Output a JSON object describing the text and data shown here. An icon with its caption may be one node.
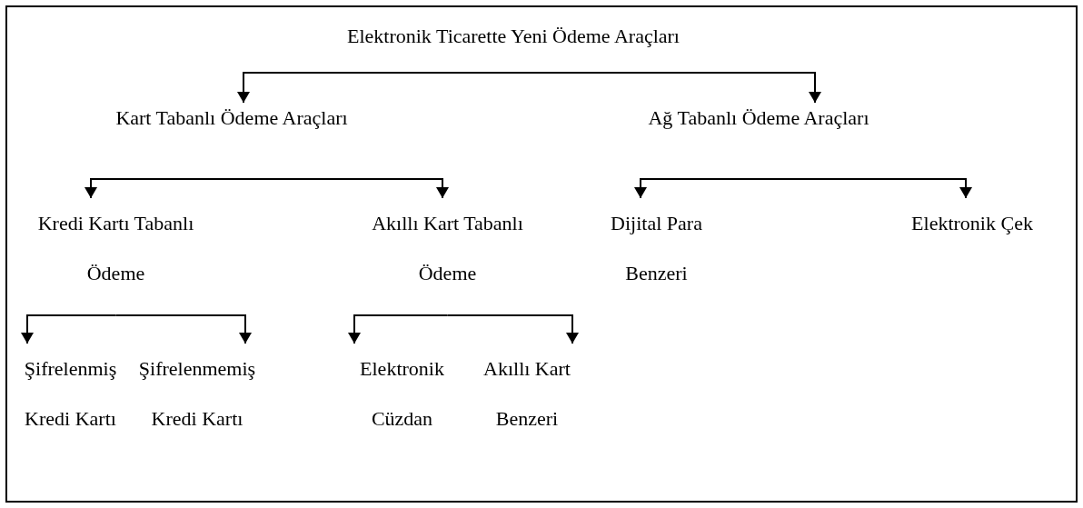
{
  "diagram": {
    "nodes": [
      {
        "text": [
          "Elektronik Ticarette Yeni Ödeme Araçları"
        ]
      },
      {
        "text": [
          "Kart Tabanlı Ödeme Araçları"
        ]
      },
      {
        "text": [
          "Ağ Tabanlı Ödeme Araçları"
        ]
      },
      {
        "text": [
          "Kredi Kartı Tabanlı Ödeme"
        ]
      },
      {
        "text": [
          "Akıllı Kart Tabanlı Ödeme"
        ]
      },
      {
        "text": [
          "Dijital Para Benzeri"
        ]
      },
      {
        "text": [
          "Elektronik Çek"
        ]
      },
      {
        "text": [
          "Şifrelenmiş Kredi Kartı"
        ]
      },
      {
        "text": [
          "Şifrelenmemiş Kredi Kartı"
        ]
      },
      {
        "text": [
          "Elektronik Cüzdan"
        ]
      },
      {
        "text": [
          "Akıllı Kart Benzeri"
        ]
      }
    ],
    "edges": [
      {
        "from": 0,
        "to": 1,
        "arrow": "to"
      },
      {
        "from": 0,
        "to": 2,
        "arrow": "to"
      },
      {
        "from": 1,
        "to": 3,
        "arrow": "to"
      },
      {
        "from": 1,
        "to": 4,
        "arrow": "to"
      },
      {
        "from": 2,
        "to": 5,
        "arrow": "to"
      },
      {
        "from": 2,
        "to": 6,
        "arrow": "to"
      },
      {
        "from": 3,
        "to": 7,
        "arrow": "to"
      },
      {
        "from": 3,
        "to": 8,
        "arrow": "to"
      },
      {
        "from": 4,
        "to": 9,
        "arrow": "to"
      },
      {
        "from": 4,
        "to": 10,
        "arrow": "to"
      }
    ]
  }
}
